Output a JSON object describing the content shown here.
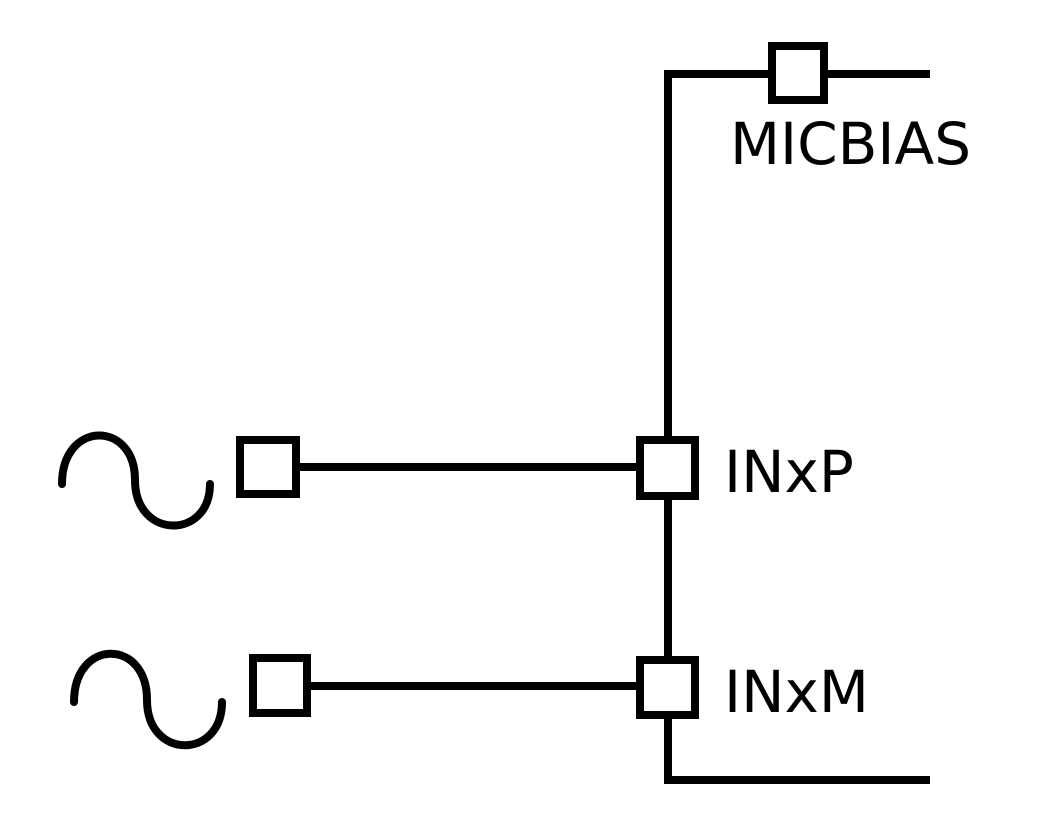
{
  "diagram": {
    "labels": {
      "micbias": "MICBIAS",
      "inxp": "INxP",
      "inxm": "INxM"
    },
    "colors": {
      "stroke": "#000000",
      "background": "#ffffff"
    }
  }
}
